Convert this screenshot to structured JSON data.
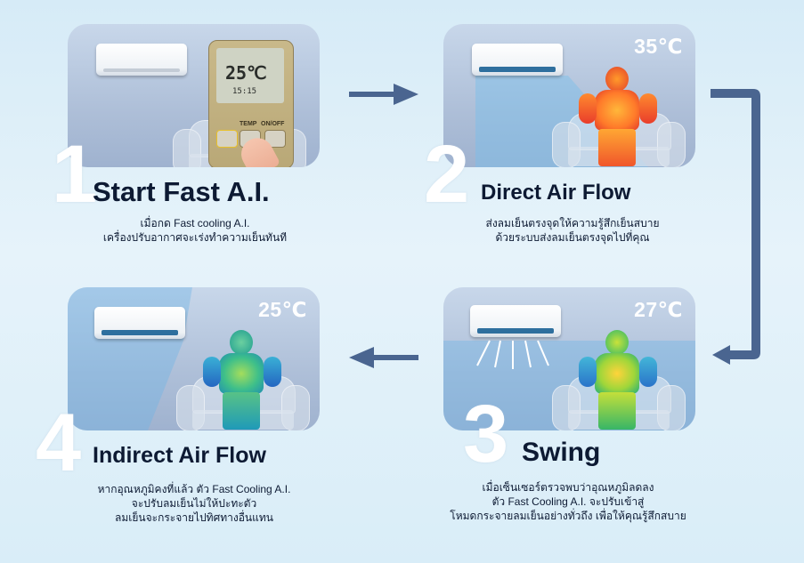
{
  "steps": [
    {
      "number": "1",
      "title": "Start Fast A.I.",
      "desc": [
        "เมื่อกด Fast cooling A.I.",
        "เครื่องปรับอากาศจะเร่งทำความเย็นทันที"
      ],
      "remote": {
        "display": "25℃",
        "sub": "15:15",
        "temp_button": "TEMP",
        "off_button": "ON/OFF"
      }
    },
    {
      "number": "2",
      "title": "Direct Air Flow",
      "temp": "35℃",
      "desc": [
        "ส่งลมเย็นตรงจุดให้ความรู้สึกเย็นสบาย",
        "ด้วยระบบส่งลมเย็นตรงจุดไปที่คุณ"
      ]
    },
    {
      "number": "3",
      "title": "Swing",
      "temp": "27℃",
      "desc": [
        "เมื่อเซ็นเซอร์ตรวจพบว่าอุณหภูมิลดลง",
        "ตัว Fast Cooling A.I. จะปรับเข้าสู่",
        "โหมดกระจายลมเย็นอย่างทั่วถึง เพื่อให้คุณรู้สึกสบาย"
      ]
    },
    {
      "number": "4",
      "title": "Indirect Air Flow",
      "temp": "25℃",
      "desc": [
        "หากอุณหภูมิคงที่แล้ว ตัว Fast Cooling A.I.",
        "จะปรับลมเย็นไม่ให้ปะทะตัว",
        "ลมเย็นจะกระจายไปทิศทางอื่นแทน"
      ]
    }
  ],
  "colors": {
    "arrow": "#4a6590",
    "panel": "#aebfd8",
    "title": "#0d1a33"
  }
}
